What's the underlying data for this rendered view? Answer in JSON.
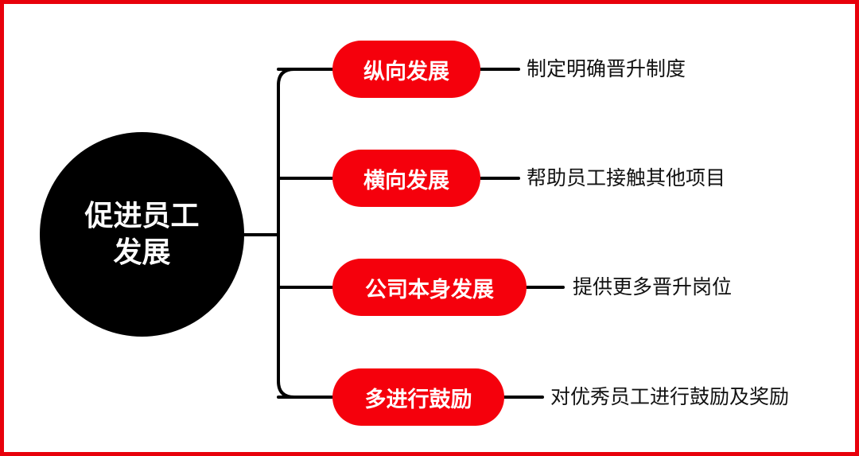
{
  "diagram": {
    "root": {
      "line1": "促进员工",
      "line2": "发展"
    },
    "branches": [
      {
        "label": "纵向发展",
        "detail": "制定明确晋升制度"
      },
      {
        "label": "横向发展",
        "detail": "帮助员工接触其他项目"
      },
      {
        "label": "公司本身发展",
        "detail": "提供更多晋升岗位"
      },
      {
        "label": "多进行鼓励",
        "detail": "对优秀员工进行鼓励及奖励"
      }
    ]
  },
  "colors": {
    "frame": "#e8000b",
    "node": "#f5000c",
    "root": "#000000",
    "connector": "#000000"
  }
}
